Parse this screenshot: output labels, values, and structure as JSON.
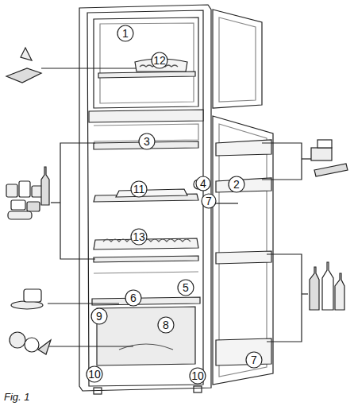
{
  "diagram": {
    "caption": "Fig. 1",
    "labels": [
      "1",
      "12",
      "3",
      "4",
      "2",
      "11",
      "7",
      "13",
      "5",
      "6",
      "9",
      "8",
      "7",
      "10",
      "10"
    ]
  }
}
